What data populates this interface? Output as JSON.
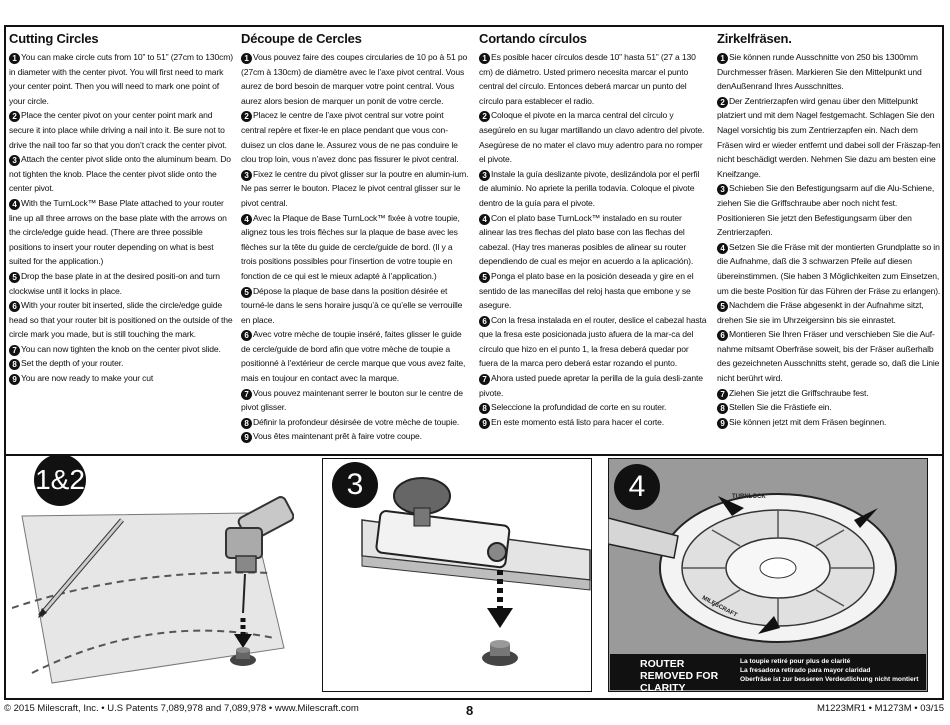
{
  "columns": [
    {
      "title": "Cutting Circles",
      "items": [
        {
          "n": "1",
          "text": "You can make circle cuts from 10” to 51” (27cm to 130cm) in diameter with the center pivot.  You will first need to mark your center point. Then you will need to mark one point of your circle."
        },
        {
          "n": "2",
          "text": "Place the center pivot on your center point mark and secure it into place while driving a nail into it. Be sure not to drive the nail too far so that you don’t crack the center pivot."
        },
        {
          "n": "3",
          "text": "Attach the center pivot slide onto the aluminum beam. Do not tighten the knob. Place the center pivot slide onto the center pivot."
        },
        {
          "n": "4",
          "text": "With the TurnLock™ Base Plate attached to your router line up all three arrows on the base plate with the arrows on the circle/edge guide head. (There are three possible positions to insert your router depending on what is best suited for the application.)"
        },
        {
          "n": "5",
          "text": "Drop the base plate in at the desired positi-on and turn clockwise until it locks in place."
        },
        {
          "n": "6",
          "text": "With your router bit inserted, slide the circle/edge guide head so that your router bit is positioned on the outside of the circle mark you made, but is still touching the mark."
        },
        {
          "n": "7",
          "text": "You can now tighten the knob on the center pivot slide."
        },
        {
          "n": "8",
          "text": "Set the depth of your router."
        },
        {
          "n": "9",
          "text": "You are now ready to make your cut"
        }
      ]
    },
    {
      "title": "Découpe de Cercles",
      "items": [
        {
          "n": "1",
          "text": "Vous pouvez faire des coupes circularies de 10 po à 51 po (27cm à 130cm) de diamètre avec le l’axe pivot central. Vous aurez de bord besoin de marquer votre point central. Vous aurez alors besion de marquer un ponit de votre cercle."
        },
        {
          "n": "2",
          "text": "Placez le centre de l’axe pivot central sur votre point central repère et fixer-le en place pendant que vous con-duisez un clos dane le. Assurez vous de ne pas conduire le clou trop loin, vous n’avez donc pas fissurer le pivot central."
        },
        {
          "n": "3",
          "text": "Fixez le centre du pivot glisser sur la poutre en alumin-ium. Ne pas serrer le bouton. Placez le pivot central glisser sur le pivot central."
        },
        {
          "n": "4",
          "text": "Avec la Plaque de Base TurnLock™ fixée à votre toupie, alignez tous les trois flèches sur la plaque de base avec les flèches sur la tête du guide de cercle/guide de bord. (Il y a trois positions possibles pour l’insertion de votre toupie en fonction de ce qui est le mieux adapté à l’application.)"
        },
        {
          "n": "5",
          "text": "Dépose la plaque de base dans la position désirée et tourné-le dans le sens horaire jusqu’à ce qu’elle se verrouille en place."
        },
        {
          "n": "6",
          "text": "Avec votre mèche de toupie inséré, faites glisser le guide de cercle/guide de bord afin que votre mèche de toupie a positionné à l’extérieur de cercle marque que vous avez faite, mais en toujour en contact avec la marque."
        },
        {
          "n": "7",
          "text": "Vous pouvez maintenant serrer le bouton sur le centre de pivot glisser."
        },
        {
          "n": "8",
          "text": "Définir la profondeur désirsée de votre mèche de toupie."
        },
        {
          "n": "9",
          "text": "Vous êtes maintenant prêt à faire votre coupe."
        }
      ]
    },
    {
      "title": "Cortando círculos",
      "items": [
        {
          "n": "1",
          "text": "Es posible hacer círculos desde 10” hasta 51” (27 a 130 cm) de diámetro. Usted primero necesita marcar el punto central del círculo. Entonces deberá marcar un punto del círculo para establecer el radio."
        },
        {
          "n": "2",
          "text": "Coloque el pivote en la marca central del círculo y asegúrelo en su lugar martillando un clavo adentro del pivote. Asegúrese de no mater el clavo muy adentro para no romper el pivote."
        },
        {
          "n": "3",
          "text": "Instale la guía deslizante pivote, deslizándola por el perfil de aluminio. No apriete la perilla todavía. Coloque el pivote dentro de la guía para el pivote."
        },
        {
          "n": "4",
          "text": "Con el plato base TurnLock™ instalado en su router alinear las tres flechas del plato base con las flechas del cabezal. (Hay tres maneras posibles de alinear su router dependiendo de cual es mejor en acuerdo a la aplicación)."
        },
        {
          "n": "5",
          "text": "Ponga el plato base en la posición deseada y gire en el sentido de las manecillas del reloj hasta que embone y se asegure."
        },
        {
          "n": "6",
          "text": "Con la fresa instalada en el router, deslice el cabezal hasta que la fresa este posicionada justo afuera de la mar-ca del círculo que hizo en el punto 1, la fresa deberá quedar por fuera de la marca pero deberá estar rozando el punto."
        },
        {
          "n": "7",
          "text": "Ahora usted puede apretar la perilla de la guía desli-zante pivote."
        },
        {
          "n": "8",
          "text": "Seleccione la profundidad de corte en su router."
        },
        {
          "n": "9",
          "text": "En este momento está listo para hacer el corte."
        }
      ]
    },
    {
      "title": "Zirkelfräsen.",
      "items": [
        {
          "n": "1",
          "text": "Sie können runde Ausschnitte von 250 bis 1300mm Durchmesser fräsen. Markieren Sie den Mittelpunkt und denAußenrand Ihres Ausschnittes."
        },
        {
          "n": "2",
          "text": "Der Zentrierzapfen wird genau über den Mittelpunkt platziert und mit dem Nagel festgemacht. Schlagen Sie den Nagel vorsichtig bis zum Zentrierzapfen ein. Nach dem Fräsen wird er wieder entfernt und dabei soll der Fräszap-fen nicht beschädigt werden. Nehmen Sie dazu am besten eine Kneifzange."
        },
        {
          "n": "3",
          "text": "Schieben Sie den Befestigungsarm auf die Alu-Schiene, ziehen Sie die Griffschraube aber noch nicht fest. Positionieren Sie jetzt den Befestigungsarm über den Zentrierzapfen."
        },
        {
          "n": "4",
          "text": "Setzen Sie die Fräse mit der montierten Grundplatte so in die Aufnahme, daß die 3 schwarzen Pfeile auf diesen übereinstimmen. (Sie haben 3 Möglichkeiten zum Einsetzen, um die beste Position für das Führen der Fräse zu erlangen)."
        },
        {
          "n": "5",
          "text": "Nachdem die Fräse abgesenkt in der Aufnahme sitzt, drehen Sie sie im Uhrzeigersinn bis sie einrastet."
        },
        {
          "n": "6",
          "text": "Montieren Sie Ihren Fräser und verschieben Sie die Auf-nahme mitsamt Oberfräse soweit, bis der Fräser außerhalb des gezeichneten Ausschnitts steht, gerade so, daß die Linie nicht berührt wird."
        },
        {
          "n": "7",
          "text": "Ziehen Sie jetzt die Griffschraube fest."
        },
        {
          "n": "8",
          "text": "Stellen Sie die Frästiefe ein."
        },
        {
          "n": "9",
          "text": "Sie können jetzt mit dem Fräsen beginnen."
        }
      ]
    }
  ],
  "figures": {
    "fig12_label": "1&2",
    "fig3_label": "3",
    "fig4_label": "4",
    "fig4_caption_en": "ROUTER REMOVED FOR CLARITY",
    "fig4_caption_fr": "La toupie retiré pour plus de clarité",
    "fig4_caption_es": "La fresadora retirado para mayor claridad",
    "fig4_caption_de": "Oberfräse ist zur besseren Verdeutlichung nicht montiert",
    "plate_brand": "MILESCRAFT",
    "plate_lock": "TURNLOCK"
  },
  "footer": {
    "left": "© 2015 Milescraft, Inc. • U.S Patents  7,089,978 and 7,089,978 • www.Milescraft.com",
    "page": "8",
    "right": "M1223MR1 • M1273M • 03/15"
  },
  "colors": {
    "ink": "#111111",
    "panel_gray": "#9a9a9a",
    "paper": "#ffffff"
  }
}
